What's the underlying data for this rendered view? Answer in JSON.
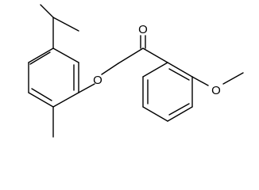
{
  "molecule": {
    "atom_labels": {
      "carbonyl_oxygen": "O",
      "ether_oxygen": "O",
      "methoxy_oxygen": "O"
    },
    "colors": {
      "bond": "#000000",
      "background": "#ffffff"
    }
  }
}
